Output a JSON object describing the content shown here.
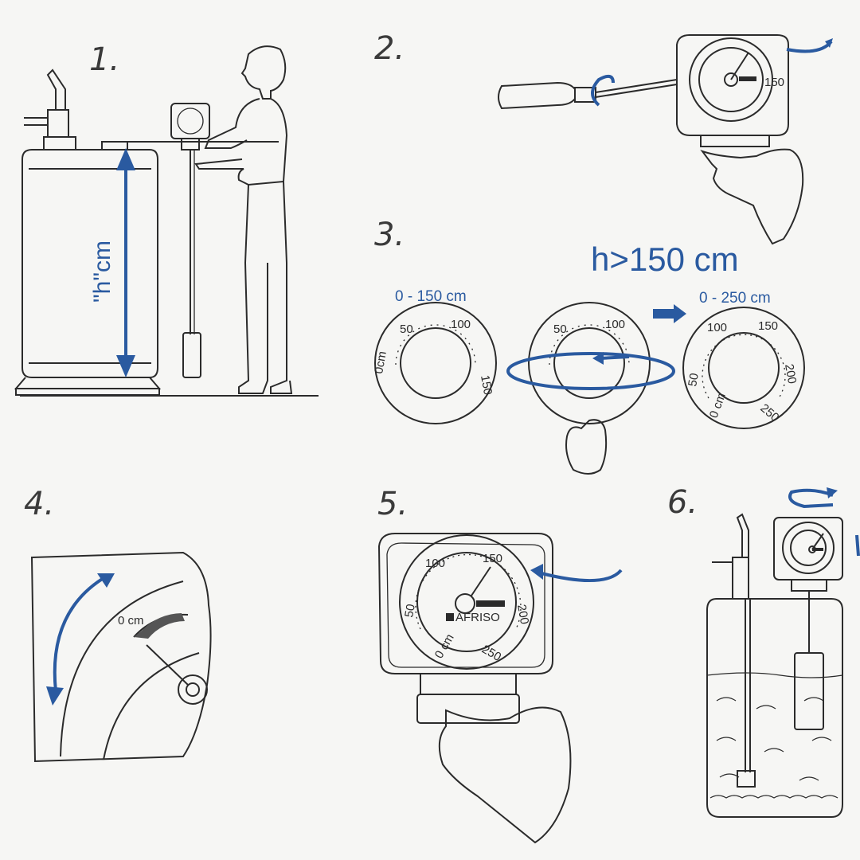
{
  "steps": [
    {
      "number": "1."
    },
    {
      "number": "2."
    },
    {
      "number": "3."
    },
    {
      "number": "4."
    },
    {
      "number": "5."
    },
    {
      "number": "6."
    }
  ],
  "step1": {
    "height_label": "\"h\"cm"
  },
  "step3": {
    "condition": "h>150 cm",
    "dial_small_range": "0 - 150 cm",
    "dial_large_range": "0 - 250 cm",
    "dial_small_ticks": [
      "0cm",
      "50",
      "100",
      "150"
    ],
    "dial_large_ticks": [
      "0 cm",
      "50",
      "100",
      "150",
      "200",
      "250"
    ]
  },
  "step4": {
    "zero_label": "0 cm"
  },
  "step5": {
    "brand": "AFRISO",
    "ticks": [
      "0 cm",
      "50",
      "100",
      "150",
      "200",
      "250"
    ]
  },
  "colors": {
    "accent": "#2a5aa0",
    "ink": "#2b2b2b",
    "paper": "#f6f6f4"
  }
}
